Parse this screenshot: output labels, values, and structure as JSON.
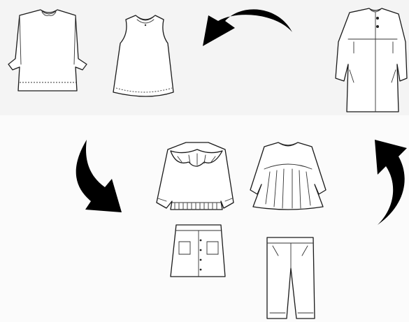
{
  "figure": {
    "background_color": "#ffffff",
    "arrow_color": "#000000",
    "line_color": "#1a1a1a",
    "flow": "cycle",
    "garments": [
      "long-sleeve-dress-icon",
      "sleeveless-dress-icon",
      "long-coat-icon",
      "ruffle-sweatshirt-icon",
      "smock-blouse-icon",
      "button-skirt-icon",
      "trousers-icon"
    ],
    "arrows": [
      "arrow-coat-to-dresses",
      "arrow-dresses-to-separates",
      "arrow-separates-to-coat"
    ]
  }
}
